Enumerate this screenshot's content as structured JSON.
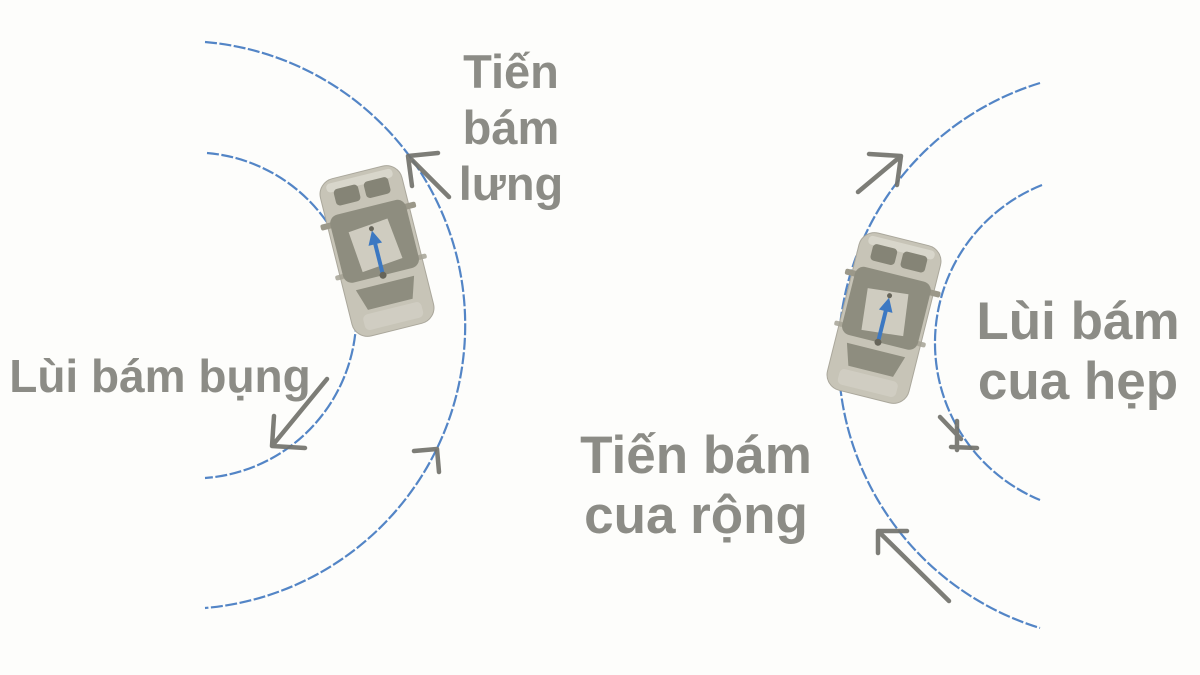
{
  "colors": {
    "background": "#fdfdfb",
    "arc": "#4a7ec3",
    "arrow": "#72726b",
    "text": "#8c8c86",
    "car_body": "#c7c4b7",
    "car_roof": "#8e8d7f",
    "car_roof_light": "#cfccc0",
    "car_glass": "#858476",
    "car_arrow": "#3c78c2"
  },
  "figures": {
    "left": {
      "forward_label": {
        "lines": [
          "Tiến",
          "bám",
          "lưng"
        ]
      },
      "reverse_label": {
        "lines": [
          "Lùi bám bụng"
        ]
      }
    },
    "right": {
      "forward_label": {
        "lines": [
          "Tiến bám",
          "cua rộng"
        ]
      },
      "reverse_label": {
        "lines": [
          "Lùi bám",
          "cua hẹp"
        ]
      }
    }
  }
}
